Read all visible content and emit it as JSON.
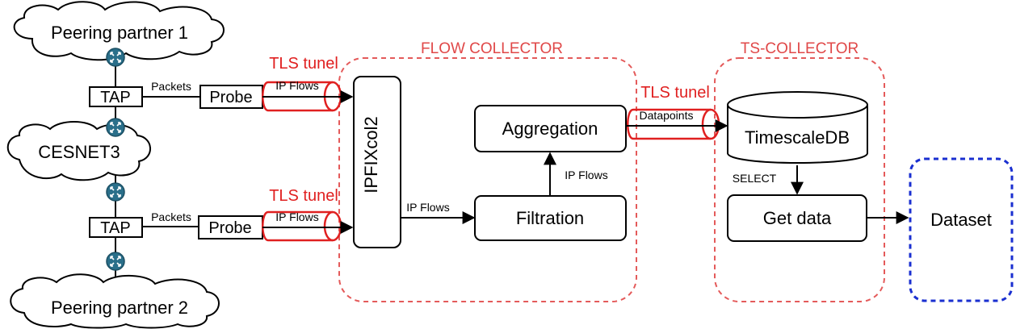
{
  "clouds": {
    "peering1": "Peering partner 1",
    "cesnet": "CESNET3",
    "peering2": "Peering partner 2"
  },
  "taps": {
    "tap1": "TAP",
    "tap2": "TAP"
  },
  "probes": {
    "probe1": "Probe",
    "probe2": "Probe"
  },
  "edge_labels": {
    "packets1": "Packets",
    "packets2": "Packets",
    "ipflows_tunnel1": "IP Flows",
    "ipflows_tunnel2": "IP Flows",
    "ipflows_to_filtration": "IP Flows",
    "ipflows_to_aggregation": "IP Flows",
    "datapoints": "Datapoints",
    "select": "SELECT"
  },
  "tunnels": {
    "tls1": "TLS tunel",
    "tls2": "TLS tunel",
    "tls3": "TLS tunel"
  },
  "groups": {
    "flow_collector": "FLOW COLLECTOR",
    "ts_collector": "TS-COLLECTOR"
  },
  "nodes": {
    "ipfixcol2": "IPFIXcol2",
    "aggregation": "Aggregation",
    "filtration": "Filtration",
    "timescaledb": "TimescaleDB",
    "get_data": "Get data",
    "dataset": "Dataset"
  },
  "colors": {
    "tunnel": "#e02020",
    "group_border": "#e45a5a",
    "dataset_border": "#1a2fd0",
    "router": "#2a6f8a"
  }
}
